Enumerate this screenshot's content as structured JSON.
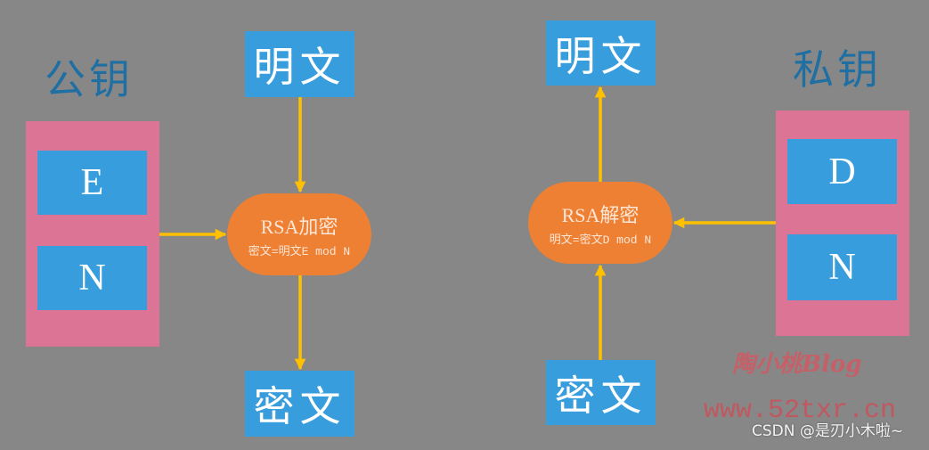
{
  "encrypt_side": {
    "key_label": "公钥",
    "key_components": [
      "E",
      "N"
    ],
    "input_label": "明文",
    "process_title": "RSA加密",
    "process_formula": "密文=明文E mod N",
    "output_label": "密文"
  },
  "decrypt_side": {
    "key_label": "私钥",
    "key_components": [
      "D",
      "N"
    ],
    "input_label": "密文",
    "process_title": "RSA解密",
    "process_formula": "明文=密文D mod N",
    "output_label": "明文"
  },
  "colors": {
    "background": "#878787",
    "key_label": "#1f6fa3",
    "key_panel": "#dc7496",
    "box": "#389ddc",
    "process": "#ee8033",
    "arrow": "#ffc000"
  },
  "watermark": {
    "blog_name": "陶小桃Blog",
    "url": "www.52txr.cn",
    "credit": "CSDN @是刃小木啦~"
  }
}
